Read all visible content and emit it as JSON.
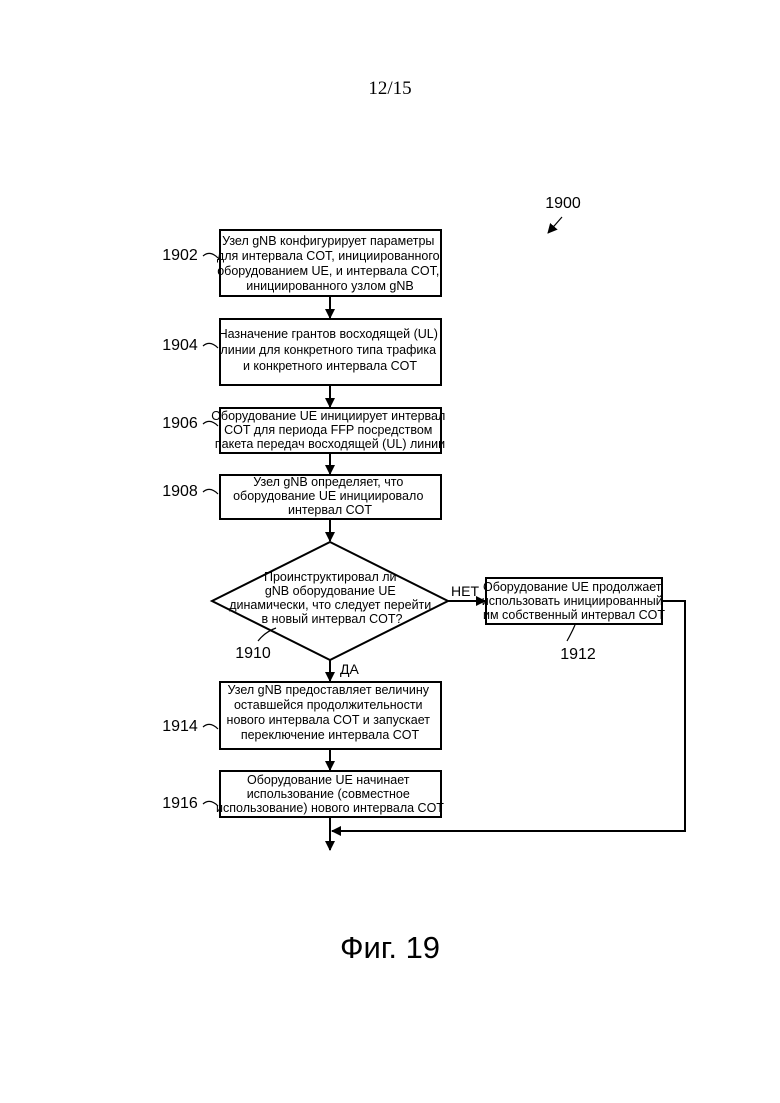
{
  "page_number": "12/15",
  "figure_caption": "Фиг. 19",
  "diagram_ref": "1900",
  "steps": [
    {
      "ref": "1902",
      "lines": [
        "Узел gNB конфигурирует параметры",
        "для интервала COT, инициированного",
        "оборудованием UE, и интервала COT,",
        "инициированного узлом gNB"
      ]
    },
    {
      "ref": "1904",
      "lines": [
        "Назначение грантов восходящей (UL)",
        "линии для конкретного типа трафика",
        "и конкретного интервала COT"
      ]
    },
    {
      "ref": "1906",
      "lines": [
        "Оборудование UE инициирует интервал",
        "COT для периода FFP посредством",
        "пакета передач восходящей (UL) линии"
      ]
    },
    {
      "ref": "1908",
      "lines": [
        "Узел gNB определяет, что",
        "оборудование UE инициировало",
        "интервал COT"
      ]
    },
    {
      "ref": "1910",
      "lines": [
        "Проинструктировал ли",
        "gNB оборудование UE",
        "динамически, что следует перейти",
        "в новый интервал COT?"
      ]
    },
    {
      "ref": "1912",
      "lines": [
        "Оборудование UE продолжает",
        "использовать инициированный",
        "им собственный интервал COT"
      ]
    },
    {
      "ref": "1914",
      "lines": [
        "Узел gNB предоставляет величину",
        "оставшейся продолжительности",
        "нового интервала COT и запускает",
        "переключение интервала COT"
      ]
    },
    {
      "ref": "1916",
      "lines": [
        "Оборудование UE начинает",
        "использование (совместное",
        "использование) нового интервала COT"
      ]
    }
  ],
  "branch_no": "НЕТ",
  "branch_yes": "ДА"
}
